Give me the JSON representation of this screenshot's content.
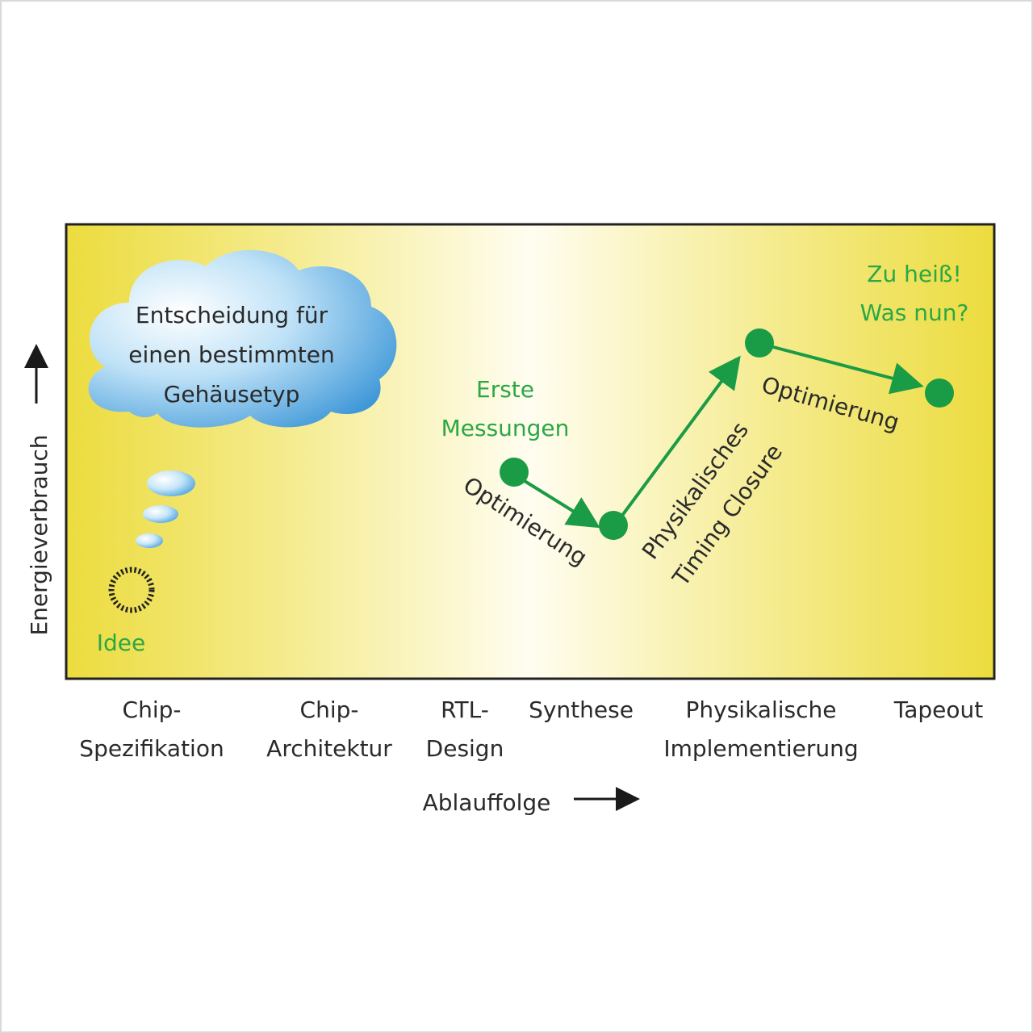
{
  "axes": {
    "y_label": "Energieverbrauch",
    "x_label": "Ablauffolge"
  },
  "cloud": {
    "lines": [
      "Entscheidung für",
      "einen bestimmten",
      "Gehäusetyp"
    ]
  },
  "idea_label": "Idee",
  "points": {
    "erste_messungen": [
      "Erste",
      "Messungen"
    ],
    "zu_heiss": [
      "Zu heiß!",
      "Was nun?"
    ]
  },
  "edges": {
    "optimierung_1": "Optimierung",
    "physikalisches": [
      "Physikalisches",
      "Timing Closure"
    ],
    "optimierung_2": "Optimierung"
  },
  "stages": [
    [
      "Chip-",
      "Spezifikation"
    ],
    [
      "Chip-",
      "Architektur"
    ],
    [
      "RTL-",
      "Design"
    ],
    [
      "Synthese",
      ""
    ],
    [
      "Physikalische",
      "Implementierung"
    ],
    [
      "Tapeout",
      ""
    ]
  ],
  "colors": {
    "green": "#1a9b45",
    "text_green": "#2aa844",
    "yellow": "#ecdc3e",
    "cloud_blue": "#4aa3e0"
  }
}
